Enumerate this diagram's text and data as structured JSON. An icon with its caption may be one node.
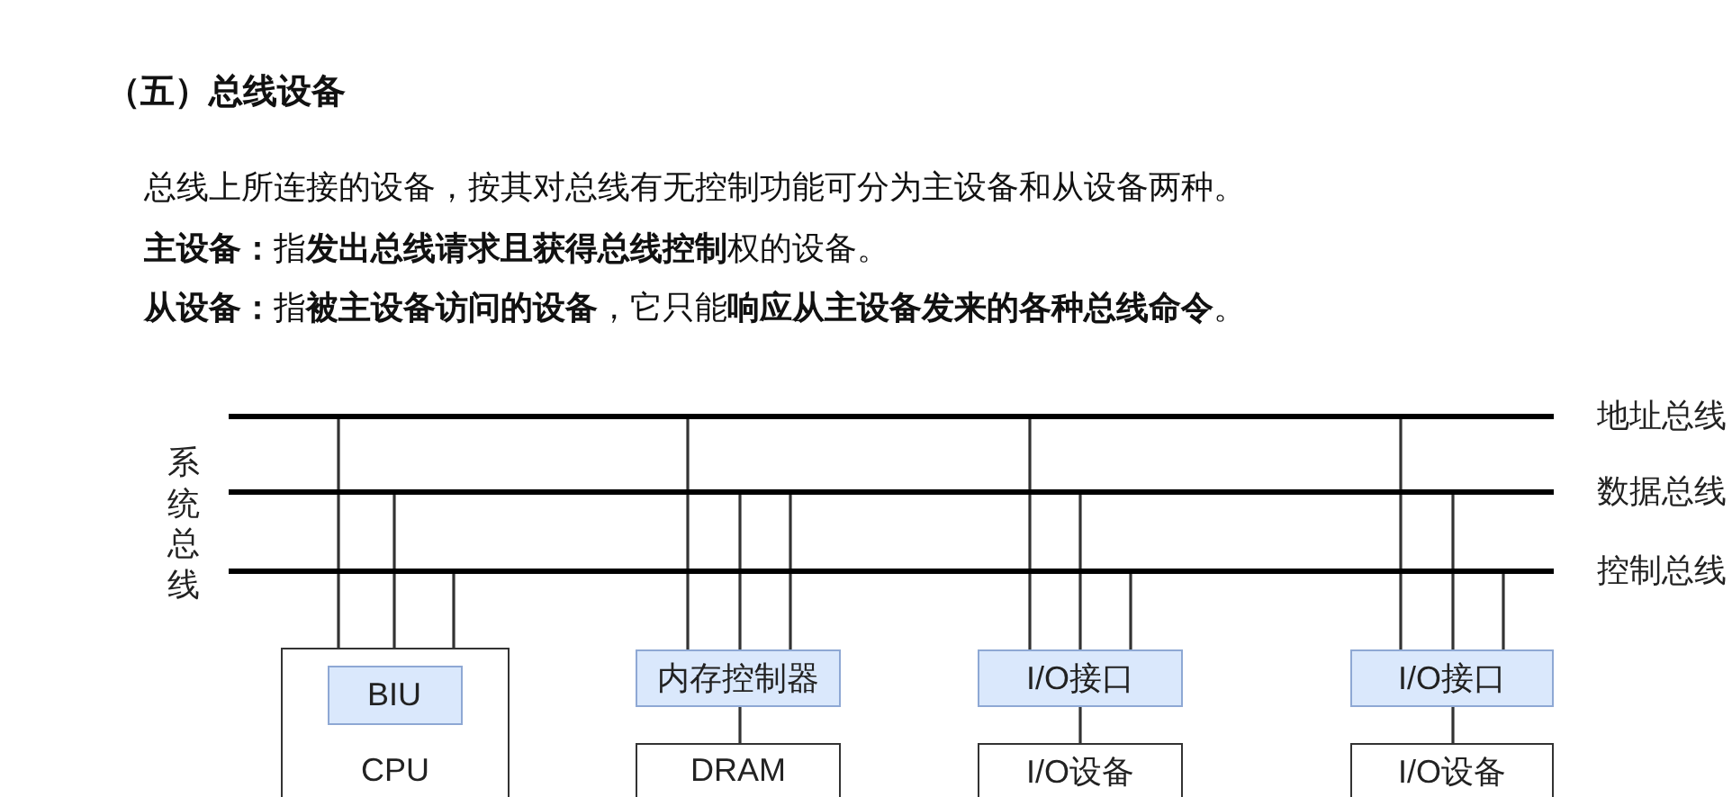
{
  "diagram": {
    "title": "（五）总线设备",
    "nodes": [
      {
        "text": [
          "地址总线"
        ]
      },
      {
        "text": [
          "数据总线"
        ]
      },
      {
        "text": [
          "控制总线"
        ]
      },
      {
        "text": [
          "CPU"
        ]
      },
      {
        "text": [
          "BIU"
        ],
        "in": 3
      },
      {
        "text": [
          "内存控制器"
        ]
      },
      {
        "text": [
          "DRAM"
        ]
      },
      {
        "text": [
          "I/O接口"
        ]
      },
      {
        "text": [
          "I/O设备"
        ]
      },
      {
        "text": [
          "I/O接口"
        ]
      },
      {
        "text": [
          "I/O设备"
        ]
      }
    ],
    "edges": [
      {
        "from": 0,
        "to": 3,
        "arrow": "none"
      },
      {
        "from": 1,
        "to": 3,
        "arrow": "none"
      },
      {
        "from": 2,
        "to": 3,
        "arrow": "none"
      },
      {
        "from": 0,
        "to": 5,
        "arrow": "none"
      },
      {
        "from": 1,
        "to": 5,
        "arrow": "none"
      },
      {
        "from": 1,
        "to": 5,
        "arrow": "none"
      },
      {
        "from": 5,
        "to": 6,
        "arrow": "none"
      },
      {
        "from": 0,
        "to": 7,
        "arrow": "none"
      },
      {
        "from": 1,
        "to": 7,
        "arrow": "none"
      },
      {
        "from": 2,
        "to": 7,
        "arrow": "none"
      },
      {
        "from": 7,
        "to": 8,
        "arrow": "none"
      },
      {
        "from": 0,
        "to": 9,
        "arrow": "none"
      },
      {
        "from": 1,
        "to": 9,
        "arrow": "none"
      },
      {
        "from": 2,
        "to": 9,
        "arrow": "none"
      },
      {
        "from": 9,
        "to": 10,
        "arrow": "none"
      }
    ],
    "labels": [
      "总线上所连接的设备，按其对总线有无控制功能可分为主设备和从设备两种。",
      "**主设备：**指**发出总线请求且获得总线控制**权的设备。",
      "**从设备：**指**被主设备访问的设备**，它只能**响应从主设备发来的各种总线命令**。",
      "系统总线"
    ]
  }
}
